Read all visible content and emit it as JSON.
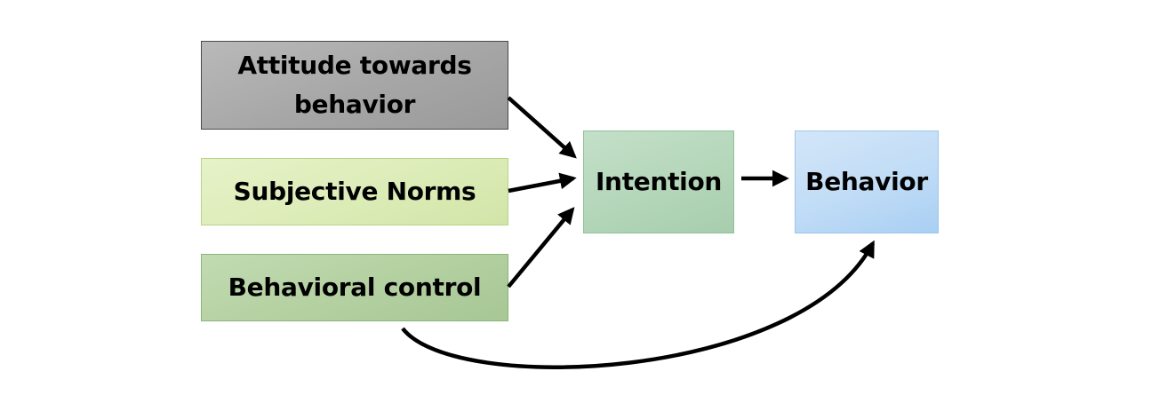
{
  "nodes": {
    "attitude": {
      "label": "Attitude towards behavior"
    },
    "subjective_norms": {
      "label": "Subjective Norms"
    },
    "behavioral_control": {
      "label": "Behavioral control"
    },
    "intention": {
      "label": "Intention"
    },
    "behavior": {
      "label": "Behavior"
    }
  },
  "edges": [
    {
      "from": "attitude",
      "to": "intention"
    },
    {
      "from": "subjective_norms",
      "to": "intention"
    },
    {
      "from": "behavioral_control",
      "to": "intention"
    },
    {
      "from": "intention",
      "to": "behavior"
    },
    {
      "from": "behavioral_control",
      "to": "behavior"
    }
  ],
  "colors": {
    "attitude": "#a6a6a6",
    "subjective_norms": "#dcecb7",
    "behavioral_control": "#b3d0a0",
    "intention": "#b4d6b9",
    "behavior": "#c0dcf6",
    "arrow": "#000000"
  }
}
